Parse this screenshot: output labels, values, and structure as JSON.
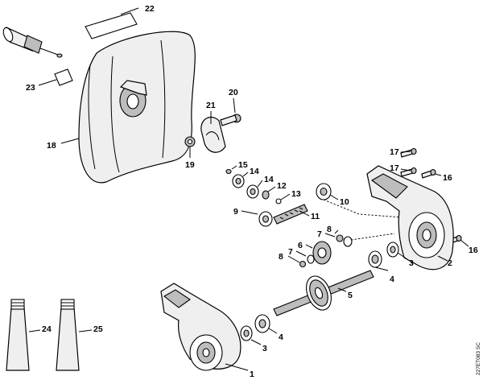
{
  "drawing_code": "227ET083 SC",
  "callouts": [
    {
      "id": "c1",
      "label": "1"
    },
    {
      "id": "c2",
      "label": "2"
    },
    {
      "id": "c3a",
      "label": "3"
    },
    {
      "id": "c3b",
      "label": "3"
    },
    {
      "id": "c4a",
      "label": "4"
    },
    {
      "id": "c4b",
      "label": "4"
    },
    {
      "id": "c5",
      "label": "5"
    },
    {
      "id": "c6",
      "label": "6"
    },
    {
      "id": "c7a",
      "label": "7"
    },
    {
      "id": "c7b",
      "label": "7"
    },
    {
      "id": "c8a",
      "label": "8"
    },
    {
      "id": "c8b",
      "label": "8"
    },
    {
      "id": "c9",
      "label": "9"
    },
    {
      "id": "c10",
      "label": "10"
    },
    {
      "id": "c11",
      "label": "11"
    },
    {
      "id": "c12",
      "label": "12"
    },
    {
      "id": "c13",
      "label": "13"
    },
    {
      "id": "c14a",
      "label": "14"
    },
    {
      "id": "c14b",
      "label": "14"
    },
    {
      "id": "c15",
      "label": "15"
    },
    {
      "id": "c16a",
      "label": "16"
    },
    {
      "id": "c16b",
      "label": "16"
    },
    {
      "id": "c17a",
      "label": "17"
    },
    {
      "id": "c17b",
      "label": "17"
    },
    {
      "id": "c18",
      "label": "18"
    },
    {
      "id": "c19",
      "label": "19"
    },
    {
      "id": "c20",
      "label": "20"
    },
    {
      "id": "c21",
      "label": "21"
    },
    {
      "id": "c22",
      "label": "22"
    },
    {
      "id": "c23",
      "label": "23"
    },
    {
      "id": "c24",
      "label": "24"
    },
    {
      "id": "c25",
      "label": "25"
    }
  ]
}
